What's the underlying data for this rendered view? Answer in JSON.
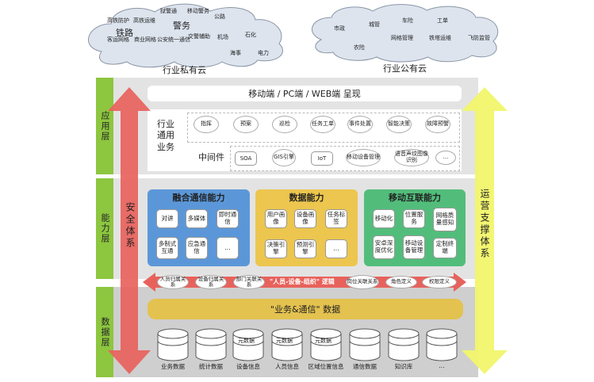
{
  "private_cloud": {
    "label": "行业私有云",
    "items": [
      "高铁防护",
      "高铁运维",
      "铁路",
      "警务",
      "狱警通",
      "移动警务",
      "公路",
      "客运网格",
      "商业网格",
      "公安统一通信",
      "交警辅助",
      "机场",
      "石化",
      "海事",
      "电力"
    ]
  },
  "public_cloud": {
    "label": "行业公有云",
    "items": [
      "市政",
      "城管",
      "车险",
      "工单",
      "农险",
      "网格管理",
      "铁塔运维",
      "飞防监管"
    ]
  },
  "layers": {
    "app": "应用层",
    "capability": "能力层",
    "data": "数据层"
  },
  "side": {
    "left": "安全体系",
    "right": "运营支撑体系"
  },
  "presentation": "移动端 / PC端 / WEB端 呈现",
  "general_business": {
    "label": "行业通用业务",
    "items": [
      "指挥",
      "预案",
      "巡检",
      "任务工单",
      "事件处置",
      "智能决策",
      "故障预警"
    ]
  },
  "middleware": {
    "label": "中间件",
    "items": [
      "SOA",
      "GIS引擎",
      "IoT",
      "移动设备管理",
      "语音声纹图像识别",
      "..."
    ]
  },
  "fusion": {
    "title": "融合通信能力",
    "items": [
      "对讲",
      "多媒体",
      "即时通信",
      "多制式互通",
      "应急通信",
      "..."
    ]
  },
  "data_cap": {
    "title": "数据能力",
    "items": [
      "用户画像",
      "设备画像",
      "任务标签",
      "决策引擎",
      "预测引擎",
      "..."
    ]
  },
  "mobile": {
    "title": "移动互联能力",
    "items": [
      "移动化",
      "位置服务",
      "网格质量感知",
      "安卓深度优化",
      "移动设备管理",
      "定制终端"
    ]
  },
  "logic_band": {
    "center": "\"人员-设备-组织\" 逻辑",
    "items": [
      "人员归属关系",
      "设备归属关系",
      "部门关联关系",
      "岗位关联关系",
      "角色定义",
      "权限定义"
    ]
  },
  "biz_data": "\"业务&通信\" 数据",
  "databases": [
    {
      "name": "业务数据",
      "top": ""
    },
    {
      "name": "统计数据",
      "top": ""
    },
    {
      "name": "设备信息",
      "top": "元数据"
    },
    {
      "name": "人员信息",
      "top": "元数据"
    },
    {
      "name": "区域位置信息",
      "top": "元数据"
    },
    {
      "name": "通信数据",
      "top": ""
    },
    {
      "name": "知识库",
      "top": ""
    },
    {
      "name": "...",
      "top": ""
    }
  ],
  "colors": {
    "green": "#8dc63f",
    "red": "#e74c3c",
    "yellow": "#f2f76a",
    "blue": "#4d8fd6",
    "gold": "#e8c24a",
    "teal": "#4dc07a"
  }
}
